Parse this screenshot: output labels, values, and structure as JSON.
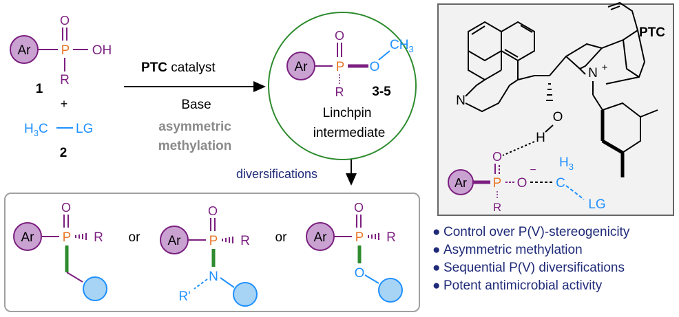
{
  "colors": {
    "purple": "#7b1f7f",
    "orange": "#e8792b",
    "blue": "#1e90ff",
    "green": "#2e8b2e",
    "navy": "#1f2a78",
    "gray": "#8a8a8a",
    "ar_fill": "#c9a2d2",
    "r_fill": "#a7d3f5"
  },
  "labels": {
    "ar": "Ar",
    "p": "P",
    "o": "O",
    "oh": "OH",
    "r": "R",
    "r_prime": "R'",
    "n": "N",
    "h": "H",
    "lg": "LG",
    "h3c": "H",
    "h3c_sub": "3",
    "h3c_c": "C",
    "ch": "CH",
    "ch_sub": "3",
    "h3": "H",
    "h3_sub": "3",
    "c": "C",
    "plus": "+",
    "minus": "−",
    "or": "or"
  },
  "compounds": {
    "num1": "1",
    "plus": "+",
    "num2": "2",
    "num35": "3-5"
  },
  "reaction": {
    "ptc_bold": "PTC",
    "catalyst": " catalyst",
    "base": "Base",
    "asym1": "asymmetric",
    "asym2": "methylation"
  },
  "intermediate": {
    "line1": "Linchpin",
    "line2": "intermediate"
  },
  "diversifications": "diversifications",
  "ptc_label": "PTC",
  "bullets": [
    "Control over P(V)-stereogenicity",
    "Asymmetric methylation",
    "Sequential P(V) diversifications",
    "Potent antimicrobial activity"
  ],
  "bullet_char": "●"
}
